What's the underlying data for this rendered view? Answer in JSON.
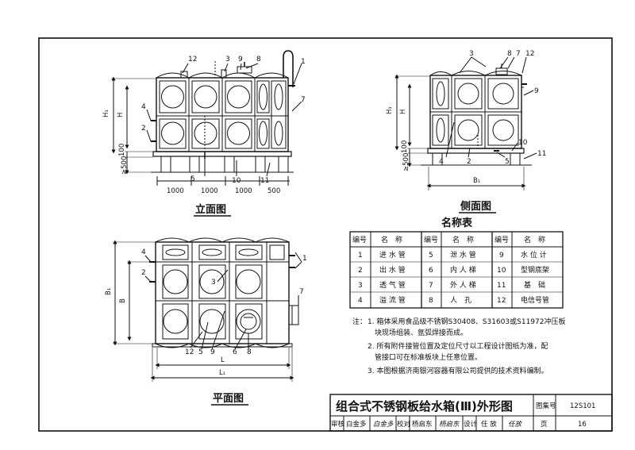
{
  "views": {
    "elevation_title": "立面图",
    "side_title": "侧面图",
    "plan_title": "平面图"
  },
  "elevation": {
    "callouts": [
      "12",
      "3",
      "9",
      "8",
      "1",
      "4",
      "2",
      "7",
      "5",
      "10",
      "11"
    ],
    "dims": {
      "h1": "H₁",
      "h": "H",
      "d100": "100",
      "d500": "≥500",
      "w1": "1000",
      "w2": "1000",
      "w3": "1000",
      "w4": "500"
    }
  },
  "side": {
    "callouts": [
      "3",
      "8",
      "7",
      "12",
      "9",
      "4",
      "2",
      "10",
      "5",
      "11"
    ],
    "dims": {
      "h1": "H₁",
      "h": "H",
      "d100": "100",
      "d500": "≥500",
      "b1": "B₁"
    }
  },
  "plan": {
    "callouts": [
      "4",
      "2",
      "1",
      "3",
      "7",
      "12",
      "5",
      "9",
      "6",
      "8"
    ],
    "dims": {
      "b1": "B₁",
      "b": "B",
      "l": "L",
      "l1": "L₁"
    }
  },
  "name_table": {
    "title": "名称表",
    "headers": [
      "编号",
      "名　称",
      "编号",
      "名　称",
      "编号",
      "名　称"
    ],
    "rows": [
      [
        "1",
        "进 水 管",
        "5",
        "泄 水 管",
        "9",
        "水 位 计"
      ],
      [
        "2",
        "出 水 管",
        "6",
        "内 人 梯",
        "10",
        "型钢底架"
      ],
      [
        "3",
        "透 气 管",
        "7",
        "外 人 梯",
        "11",
        "基　础"
      ],
      [
        "4",
        "溢 流 管",
        "8",
        "人　孔",
        "12",
        "电信号管"
      ]
    ]
  },
  "notes": {
    "prefix": "注：",
    "items": [
      "1. 箱体采用食品级不锈钢S30408、S31603或S11972冲压板",
      "块现场组装、氩弧焊接而成。",
      "2. 所有附件接管位置及定位尺寸以工程设计图纸为准，配",
      "管接口可在标准板块上任意位置。",
      "3. 本图根据济南银河容器有限公司提供的技术资料编制。"
    ]
  },
  "title_block": {
    "title": "组合式不锈钢板给水箱(Ⅲ)外形图",
    "atlas_label": "图集号",
    "atlas_no": "12S101",
    "review_label": "审核",
    "review_name": "白金多",
    "check_label": "校对",
    "check_name": "杨启东",
    "design_label": "设计",
    "design_name": "任 放",
    "page_label": "页",
    "page_no": "16",
    "signatures": [
      "白金多",
      "杨启东",
      "任放"
    ]
  }
}
